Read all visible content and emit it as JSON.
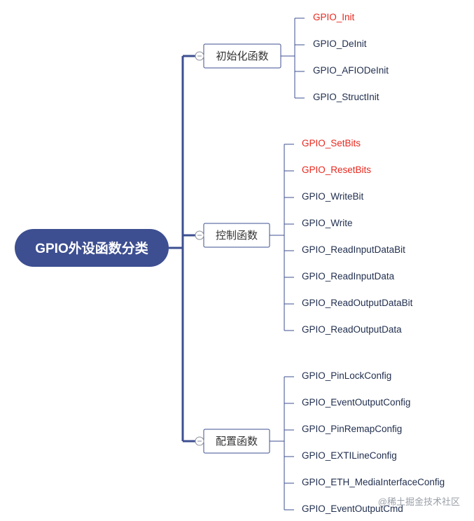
{
  "colors": {
    "root_fill": "#3d4f91",
    "trunk": "#3d4f91",
    "branch_border": "#3d4f91",
    "leaf_line": "#3d4f91",
    "leaf_text": "#1f2d4d",
    "highlight_text": "#e8281e"
  },
  "root": {
    "label": "GPIO外设函数分类"
  },
  "branches": [
    {
      "label": "初始化函数",
      "leaves": [
        {
          "label": "GPIO_Init",
          "highlight": true
        },
        {
          "label": "GPIO_DeInit",
          "highlight": false
        },
        {
          "label": "GPIO_AFIODeInit",
          "highlight": false
        },
        {
          "label": "GPIO_StructInit",
          "highlight": false
        }
      ]
    },
    {
      "label": "控制函数",
      "leaves": [
        {
          "label": "GPIO_SetBits",
          "highlight": true
        },
        {
          "label": "GPIO_ResetBits",
          "highlight": true
        },
        {
          "label": "GPIO_WriteBit",
          "highlight": false
        },
        {
          "label": "GPIO_Write",
          "highlight": false
        },
        {
          "label": "GPIO_ReadInputDataBit",
          "highlight": false
        },
        {
          "label": "GPIO_ReadInputData",
          "highlight": false
        },
        {
          "label": "GPIO_ReadOutputDataBit",
          "highlight": false
        },
        {
          "label": "GPIO_ReadOutputData",
          "highlight": false
        }
      ]
    },
    {
      "label": "配置函数",
      "leaves": [
        {
          "label": "GPIO_PinLockConfig",
          "highlight": false
        },
        {
          "label": "GPIO_EventOutputConfig",
          "highlight": false
        },
        {
          "label": "GPIO_PinRemapConfig",
          "highlight": false
        },
        {
          "label": "GPIO_EXTILineConfig",
          "highlight": false
        },
        {
          "label": "GPIO_ETH_MediaInterfaceConfig",
          "highlight": false
        },
        {
          "label": "GPIO_EventOutputCmd",
          "highlight": false
        }
      ]
    }
  ],
  "watermark": {
    "text": "@稀土掘金技术社区"
  }
}
